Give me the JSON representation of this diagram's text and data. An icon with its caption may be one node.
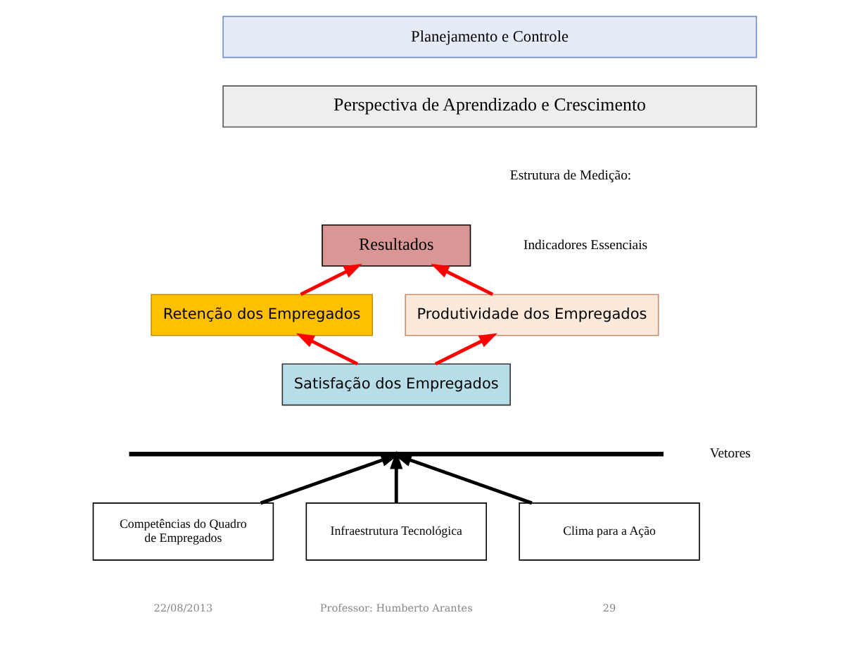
{
  "diagram": {
    "nodes": [
      {
        "text": [
          "Planejamento e Controle"
        ]
      },
      {
        "text": [
          "Perspectiva de Aprendizado e Crescimento"
        ]
      },
      {
        "text": [
          "Resultados"
        ]
      },
      {
        "text": [
          "Retenção dos Empregados"
        ]
      },
      {
        "text": [
          "Produtividade dos Empregados"
        ]
      },
      {
        "text": [
          "Satisfação dos Empregados"
        ]
      },
      {
        "text": [],
        "shape": "bar"
      },
      {
        "text": [
          "Competências do Quadro de Empregados"
        ]
      },
      {
        "text": [
          "Infraestrutura Tecnológica"
        ]
      },
      {
        "text": [
          "Clima para a Ação"
        ]
      }
    ],
    "edges": [
      {
        "from": 5,
        "to": 3,
        "arrow": "to",
        "color": "#ff0000"
      },
      {
        "from": 5,
        "to": 4,
        "arrow": "to",
        "color": "#ff0000"
      },
      {
        "from": 3,
        "to": 2,
        "arrow": "to",
        "color": "#ff0000"
      },
      {
        "from": 4,
        "to": 2,
        "arrow": "to",
        "color": "#ff0000"
      },
      {
        "from": 7,
        "to": 6,
        "arrow": "to",
        "color": "#000000"
      },
      {
        "from": 8,
        "to": 6,
        "arrow": "to",
        "color": "#000000"
      },
      {
        "from": 9,
        "to": 6,
        "arrow": "to",
        "color": "#000000"
      }
    ],
    "labels": [
      "Estrutura de Medição:",
      "Indicadores Essenciais",
      "Vetores",
      "22/08/2013",
      "Professor: Humberto Arantes",
      "29"
    ]
  }
}
